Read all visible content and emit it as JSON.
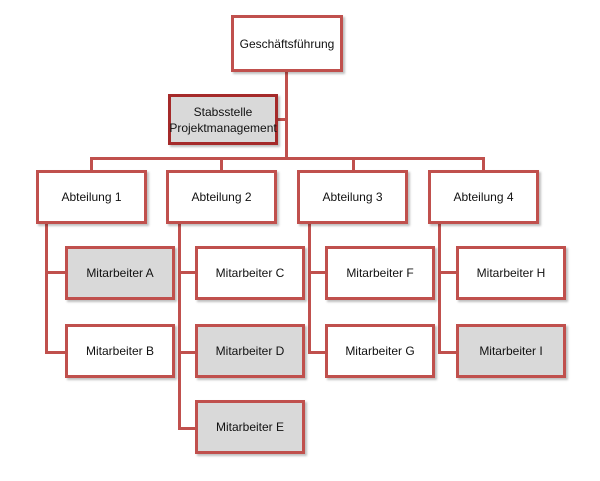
{
  "org_chart": {
    "top": "Geschäftsführung",
    "staff": "Stabsstelle\nProjektmanagement",
    "departments": [
      {
        "label": "Abteilung 1",
        "members": [
          {
            "label": "Mitarbeiter A",
            "highlighted": true
          },
          {
            "label": "Mitarbeiter B",
            "highlighted": false
          }
        ]
      },
      {
        "label": "Abteilung 2",
        "members": [
          {
            "label": "Mitarbeiter C",
            "highlighted": false
          },
          {
            "label": "Mitarbeiter D",
            "highlighted": true
          },
          {
            "label": "Mitarbeiter E",
            "highlighted": true
          }
        ]
      },
      {
        "label": "Abteilung 3",
        "members": [
          {
            "label": "Mitarbeiter F",
            "highlighted": false
          },
          {
            "label": "Mitarbeiter G",
            "highlighted": false
          }
        ]
      },
      {
        "label": "Abteilung 4",
        "members": [
          {
            "label": "Mitarbeiter H",
            "highlighted": false
          },
          {
            "label": "Mitarbeiter I",
            "highlighted": true
          }
        ]
      }
    ]
  },
  "colors": {
    "border": "#c0504d",
    "highlight_fill": "#d9d9d9",
    "fill": "#ffffff"
  }
}
